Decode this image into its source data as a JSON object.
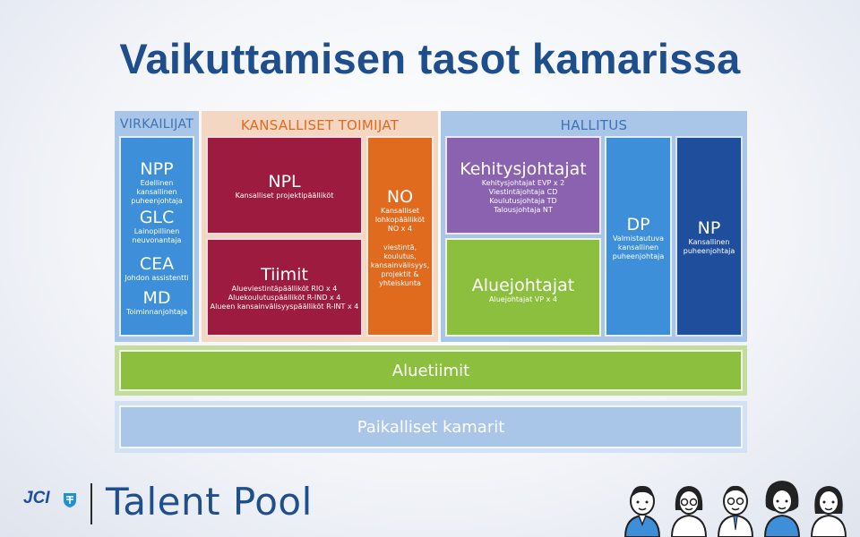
{
  "title": "Vaikuttamisen tasot kamarissa",
  "sections": {
    "virkailijat": "VIRKAILIJAT",
    "kansalliset_toimijat": "KANSALLISET TOIMIJAT",
    "hallitus": "HALLITUS"
  },
  "virkailijat": [
    {
      "abbr": "NPP",
      "desc": "Edellinen kansallinen puheenjohtaja"
    },
    {
      "abbr": "GLC",
      "desc": "Lainopillinen neuvonantaja"
    },
    {
      "abbr": "CEA",
      "desc": "Johdon assistentti"
    },
    {
      "abbr": "MD",
      "desc": "Toiminnanjohtaja"
    }
  ],
  "npl": {
    "abbr": "NPL",
    "desc": "Kansalliset projektipäälliköt"
  },
  "tiimit": {
    "title": "Tiimit",
    "lines": [
      "Alueviestintäpäälliköt RIO x 4",
      "Aluekoulutuspäälliköt R-IND x 4",
      "Alueen kansainvälisyyspäälliköt R-INT x 4"
    ]
  },
  "no": {
    "abbr": "NO",
    "lines": [
      "Kansalliset",
      "lohkopäälliköt",
      "NO x 4"
    ],
    "areas": [
      "viestintä,",
      "koulutus,",
      "kansainvälisyys,",
      "projektit &",
      "yhteiskunta"
    ]
  },
  "kehitysjohtajat": {
    "title": "Kehitysjohtajat",
    "lines": [
      "Kehitysjohtajat EVP x 2",
      "Viestintäjohtaja CD",
      "Koulutusjohtaja TD",
      "Talousjohtaja NT"
    ]
  },
  "aluejohtajat": {
    "title": "Aluejohtajat",
    "line": "Aluejohtajat VP x 4"
  },
  "dp": {
    "abbr": "DP",
    "lines": [
      "Valmistautuva",
      "kansallinen",
      "puheenjohtaja"
    ]
  },
  "np": {
    "abbr": "NP",
    "lines": [
      "Kansallinen",
      "puheenjohtaja"
    ]
  },
  "aluetiimit": "Aluetiimit",
  "paikalliset": "Paikalliset kamarit",
  "footer": {
    "logo": "JCI",
    "brand": "Talent Pool"
  },
  "colors": {
    "title": "#1f4e8c",
    "blue": "#3d8fd9",
    "crimson": "#9d1b3e",
    "orange": "#e06a1e",
    "purple": "#8a62b0",
    "green": "#8dbf3f",
    "light_blue_bg": "#a9c5e8",
    "peach_bg": "#f3d7c3"
  }
}
